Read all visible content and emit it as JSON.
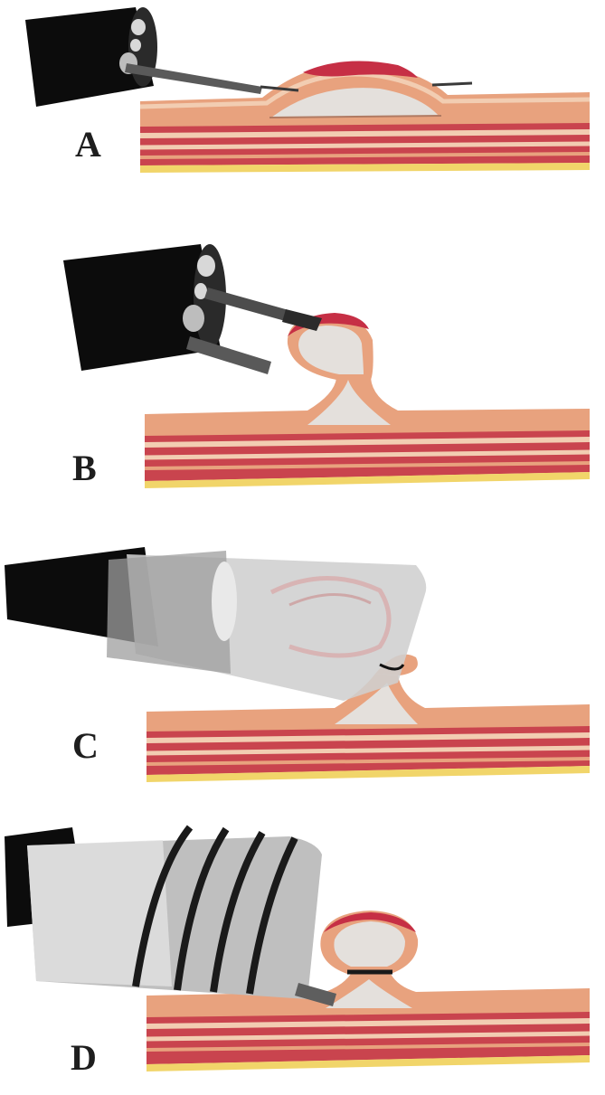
{
  "panels": [
    {
      "id": "a",
      "label": "A"
    },
    {
      "id": "b",
      "label": "B"
    },
    {
      "id": "c",
      "label": "C"
    },
    {
      "id": "d",
      "label": "D"
    }
  ],
  "colors": {
    "endoscope": "#0c0c0c",
    "tissue_outer": "#e8a27e",
    "tissue_muscle": "#c9444e",
    "tissue_light": "#f2cdb2",
    "submucosa": "#e4e0dc",
    "lesion": "#c62f45",
    "serosa": "#f1d56a",
    "cap": "#cfcfcf",
    "band": "#1a1a1a"
  }
}
